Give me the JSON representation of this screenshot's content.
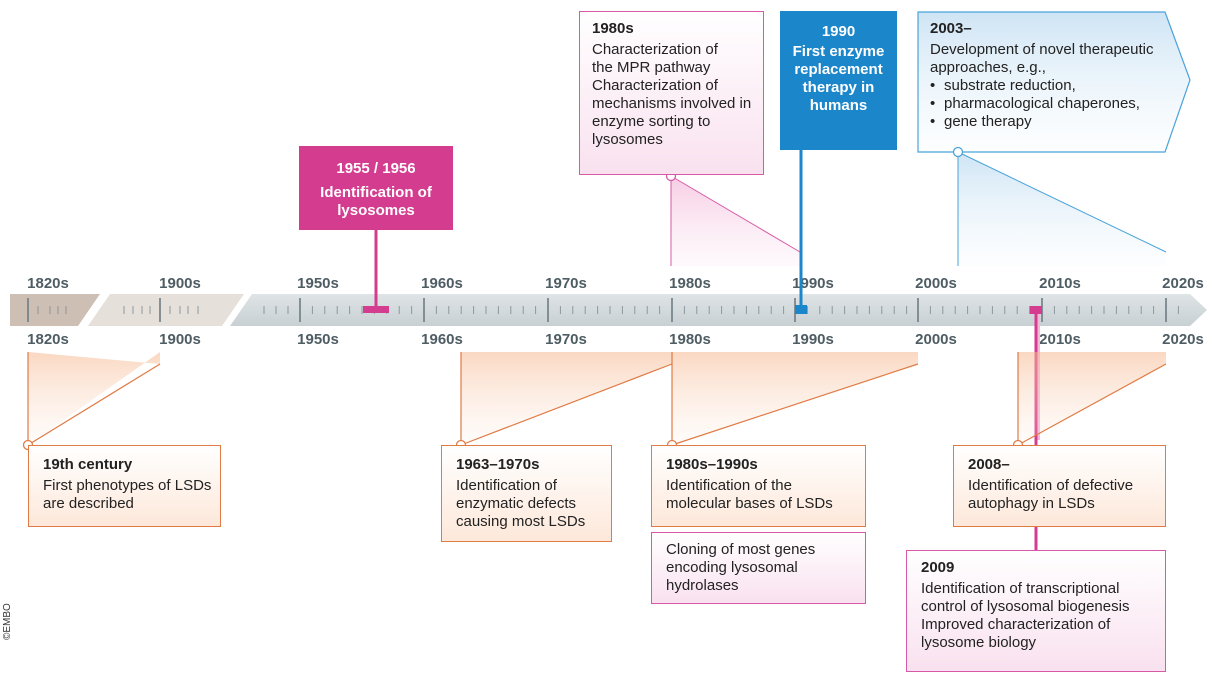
{
  "axis": {
    "labels_top": [
      "1820s",
      "1900s",
      "1950s",
      "1960s",
      "1970s",
      "1980s",
      "1990s",
      "2000s",
      "2010s",
      "2020s"
    ],
    "labels_bottom": [
      "1820s",
      "1900s",
      "1950s",
      "1960s",
      "1970s",
      "1980s",
      "1990s",
      "2000s",
      "2010s",
      "2020s"
    ]
  },
  "events": {
    "e1955": {
      "title": "1955 / 1956",
      "text": "Identification of lysosomes"
    },
    "e1980s": {
      "title": "1980s",
      "text1": "Characterization of the MPR pathway",
      "text2": "Characterization of mechanisms involved in enzyme sorting to lysosomes"
    },
    "e1990": {
      "title": "1990",
      "text": "First enzyme replacement therapy in humans"
    },
    "e2003": {
      "title": "2003–",
      "text": "Development of novel therapeutic approaches, e.g.,",
      "bullets": [
        "substrate reduction,",
        "pharmacological chaperones,",
        "gene therapy"
      ]
    },
    "e19th": {
      "title": "19th century",
      "text": "First phenotypes of LSDs are described"
    },
    "e1963": {
      "title": "1963–1970s",
      "text": "Identification of enzymatic defects causing most LSDs"
    },
    "e1980_1990": {
      "title": "1980s–1990s",
      "text": "Identification of the molecular bases of LSDs"
    },
    "cloning": {
      "text": "Cloning of most genes encoding lysosomal hydrolases"
    },
    "e2008": {
      "title": "2008–",
      "text": "Identification of defective autophagy in LSDs"
    },
    "e2009": {
      "title": "2009",
      "text1": "Identification of transcriptional control of lysosomal biogenesis",
      "text2": "Improved characterization of lysosome biology"
    }
  },
  "credit": "©EMBO",
  "colors": {
    "orange": "#e07b45",
    "pink": "#d85aa6",
    "magenta": "#d43c8f",
    "blue": "#1b86c9",
    "axis": "#d4dadc"
  }
}
